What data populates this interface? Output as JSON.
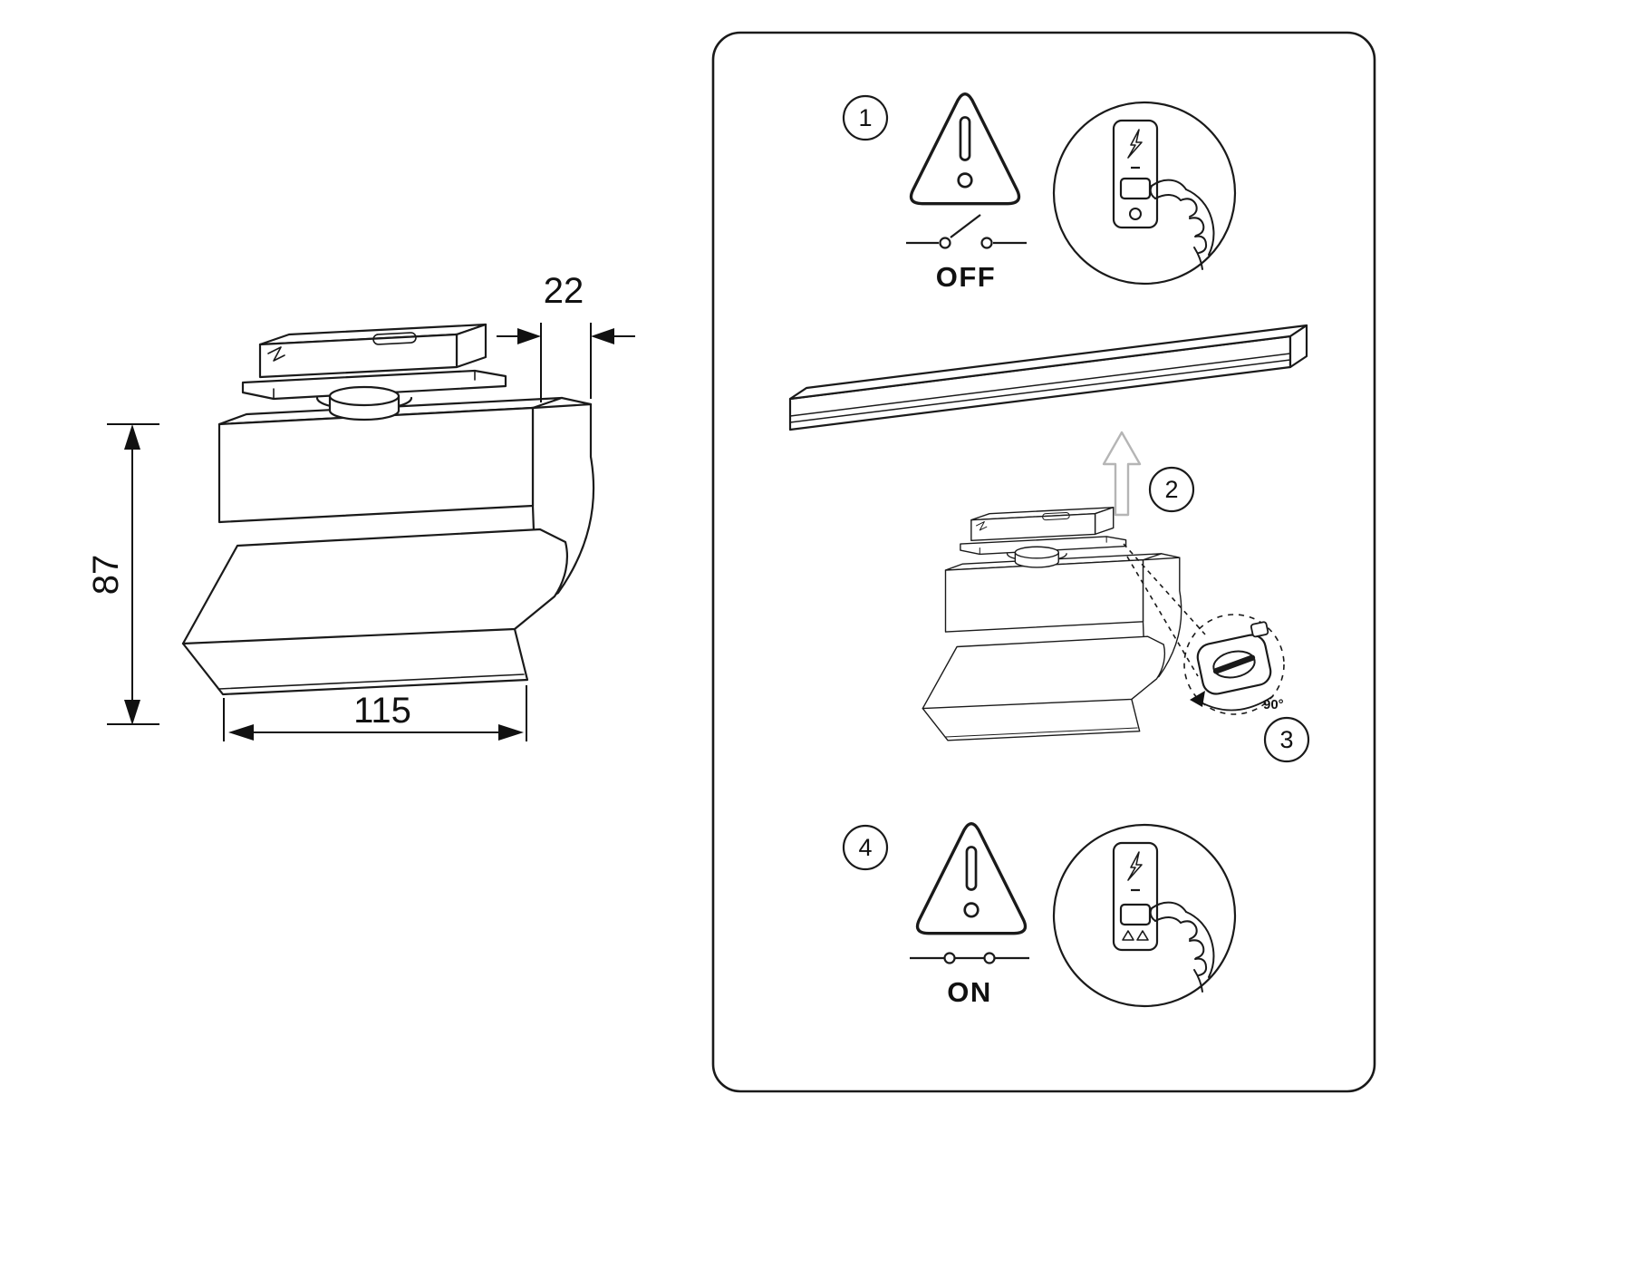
{
  "colors": {
    "line": "#1a1a1a",
    "background": "#ffffff",
    "muted_arrow": "#b5b5b5"
  },
  "left_drawing": {
    "dim_top": "22",
    "dim_height": "87",
    "dim_width": "115"
  },
  "panel": {
    "steps": [
      {
        "number": "1",
        "switch_label": "OFF"
      },
      {
        "number": "2"
      },
      {
        "number": "3",
        "angle_label": "90°"
      },
      {
        "number": "4",
        "switch_label": "ON"
      }
    ]
  },
  "icons": {
    "warning": "warning-triangle-exclamation",
    "power": "lightning-bolt",
    "hand": "pointing-hand",
    "insert": "up-arrow",
    "rotate": "rotate-90-arrow"
  }
}
